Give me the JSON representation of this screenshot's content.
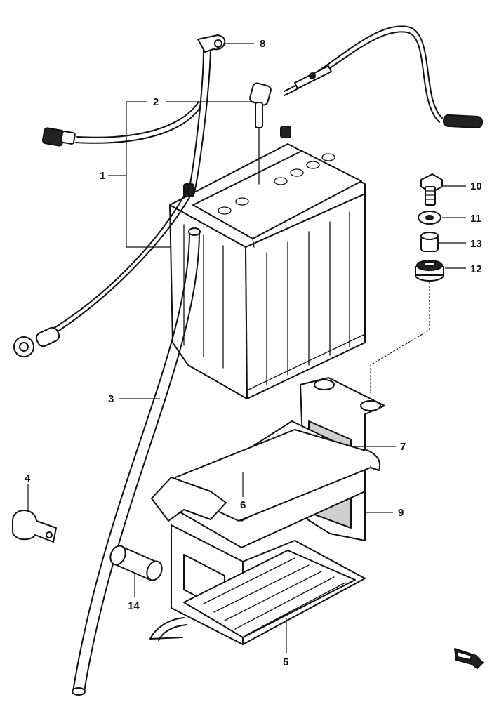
{
  "diagram": {
    "parts": [
      {
        "id": "p1",
        "label": "1",
        "name": "battery"
      },
      {
        "id": "p2",
        "label": "2",
        "name": "breather-cap-connector"
      },
      {
        "id": "p3",
        "label": "3",
        "name": "breather-tube"
      },
      {
        "id": "p4",
        "label": "4",
        "name": "clamp"
      },
      {
        "id": "p5",
        "label": "5",
        "name": "battery-holder"
      },
      {
        "id": "p6",
        "label": "6",
        "name": "holder-cushion"
      },
      {
        "id": "p7",
        "label": "7",
        "name": "battery-band"
      },
      {
        "id": "p8",
        "label": "8",
        "name": "terminal-lead"
      },
      {
        "id": "p9",
        "label": "9",
        "name": "holder-bracket"
      },
      {
        "id": "p10",
        "label": "10",
        "name": "bolt"
      },
      {
        "id": "p11",
        "label": "11",
        "name": "washer"
      },
      {
        "id": "p12",
        "label": "12",
        "name": "grommet"
      },
      {
        "id": "p13",
        "label": "13",
        "name": "spacer"
      },
      {
        "id": "p14",
        "label": "14",
        "name": "rubber-cushion"
      }
    ],
    "colors": {
      "line": "#111111",
      "background": "#ffffff",
      "shade": "#cfcfcf"
    }
  }
}
